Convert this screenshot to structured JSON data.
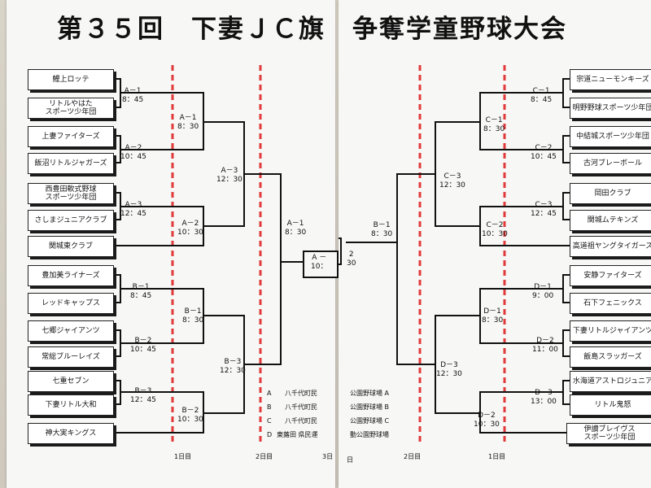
{
  "title": "第３５回　下妻ＪＣ旗　争奪学童野球大会",
  "left_teams": [
    "鯉上ロッテ",
    "リトルやはた\nスポーツ少年団",
    "上妻ファイターズ",
    "飯沼リトルジャガーズ",
    "西豊田軟式野球\nスポーツ少年団",
    "さしまジュニアクラブ",
    "関城東クラブ",
    "豊加美ライナーズ",
    "レッドキャップス",
    "七郷ジャイアンツ",
    "常総ブルーレイズ",
    "七重セブン",
    "下妻リトル大和",
    "神大実キングス"
  ],
  "right_teams": [
    "宗道ニューモンキーズ",
    "明野野球スポーツ少年団",
    "中結城スポーツ少年団",
    "古河ブレーボール",
    "岡田クラブ",
    "関城ムテキンズ",
    "高道祖ヤングタイガース",
    "安静ファイターズ",
    "石下フェニックス",
    "下妻リトルジャイアンツ",
    "飯島スラッガーズ",
    "水海道アストロジュニア",
    "リトル鬼怒",
    "伊讃ブレイヴス\nスポーツ少年団"
  ],
  "matches": {
    "a1_left": "A－1\n8：45",
    "a2_left": "A－2\n10：45",
    "a3_left": "A－3\n12：45",
    "a2b_left": "A－2\n10：30",
    "a1r2_left": "A－1\n8：30",
    "a3r3_left": "A－3\n12：30",
    "a1_semi": "A－1\n8：30",
    "b1_left": "B－1\n8：45",
    "b2_left": "B－2\n10：45",
    "b1r2_left": "B－1\n8：30",
    "b3_left": "B－3\n12：45",
    "b2b_left": "B－2\n10：30",
    "b3r3_left": "B－3\n12：30",
    "b1_semi": "B－1\n8：30",
    "c1_right": "C－1\n8：45",
    "c2_right": "C－2\n10：45",
    "c1r2_right": "C－1\n8：30",
    "c3_right": "C－3\n12：45",
    "c2b_right": "C－2\n10：30",
    "c3r3_right": "C－3\n12：30",
    "d1_right": "D－1\n9：00",
    "d2_right": "D－2\n11：00",
    "d1r2_right": "D－1\n8：30",
    "d3_right": "D－3\n13：00",
    "d2b_right": "D－2\n10：30",
    "d3r3_right": "D－3\n12：30"
  },
  "final": {
    "left_part": "A －\n10：",
    "right_part": "2\n30"
  },
  "venues_left": {
    "letters": [
      "A",
      "B",
      "C",
      "D"
    ],
    "names": [
      "八千代町民",
      "八千代町民",
      "八千代町民",
      "東蕗田 県民運"
    ]
  },
  "venues_right": [
    "公園野球場 A",
    "公園野球場 B",
    "公園野球場 C",
    "動公園野球場"
  ],
  "day_labels": {
    "day1_left": "1日目",
    "day2_left": "2日目",
    "day3": "3日",
    "day2_right": "2日目",
    "day1_right": "1日目",
    "day_right_small": "日"
  },
  "colors": {
    "day_line": "#e03a3a",
    "bracket_line": "#111111"
  }
}
